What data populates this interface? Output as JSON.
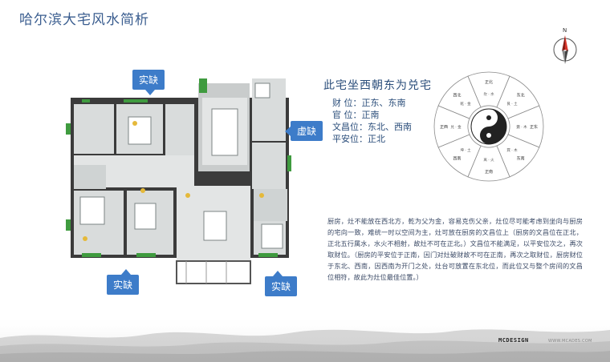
{
  "page": {
    "title": "哈尔滨大宅风水简析"
  },
  "callouts": {
    "top_left": "实缺",
    "right": "虚缺",
    "bottom_left": "实缺",
    "bottom_right": "实缺"
  },
  "compass": {
    "north_label": "N"
  },
  "analysis": {
    "heading": "此宅坐西朝东为兑宅",
    "rows": [
      {
        "label": "财    位：",
        "value": "正东、东南"
      },
      {
        "label": "官    位：",
        "value": "正南"
      },
      {
        "label": "文昌位：",
        "value": "东北、西南"
      },
      {
        "label": "平安位：",
        "value": "正北"
      }
    ],
    "paragraph": "厨房，灶不能放在西北方，乾为父为金，容易克伤父亲，灶位尽可能考虑到坐向与厨房的宅向一致，难统一时以空间为主，灶可放在厨房的文昌位上（厨房的文昌位在正北，正北五行属水，水火不相射，故灶不可在正北。）文昌位不能满足，以平安位次之，再次取财位。（厨房的平安位于正南，因门对灶破财故不可在正南，再次之取财位，厨房财位于东北、西南，因西南为开门之处，灶台可放置在东北位，而此位又与整个房间的文昌位相符，故此为灶位最佳位置。）"
  },
  "bagua": {
    "center": "太极",
    "sectors": [
      {
        "direction": "正北",
        "content": "坎 · 水"
      },
      {
        "direction": "东北",
        "content": "艮 · 土"
      },
      {
        "direction": "正东",
        "content": "震 · 木"
      },
      {
        "direction": "东南",
        "content": "巽 · 木"
      },
      {
        "direction": "正南",
        "content": "离 · 火"
      },
      {
        "direction": "西南",
        "content": "坤 · 土"
      },
      {
        "direction": "正西",
        "content": "兑 · 金"
      },
      {
        "direction": "西北",
        "content": "乾 · 金"
      }
    ]
  },
  "footer": {
    "brand": "MCDESIGN",
    "url": "WWW.MCADES.COM"
  }
}
